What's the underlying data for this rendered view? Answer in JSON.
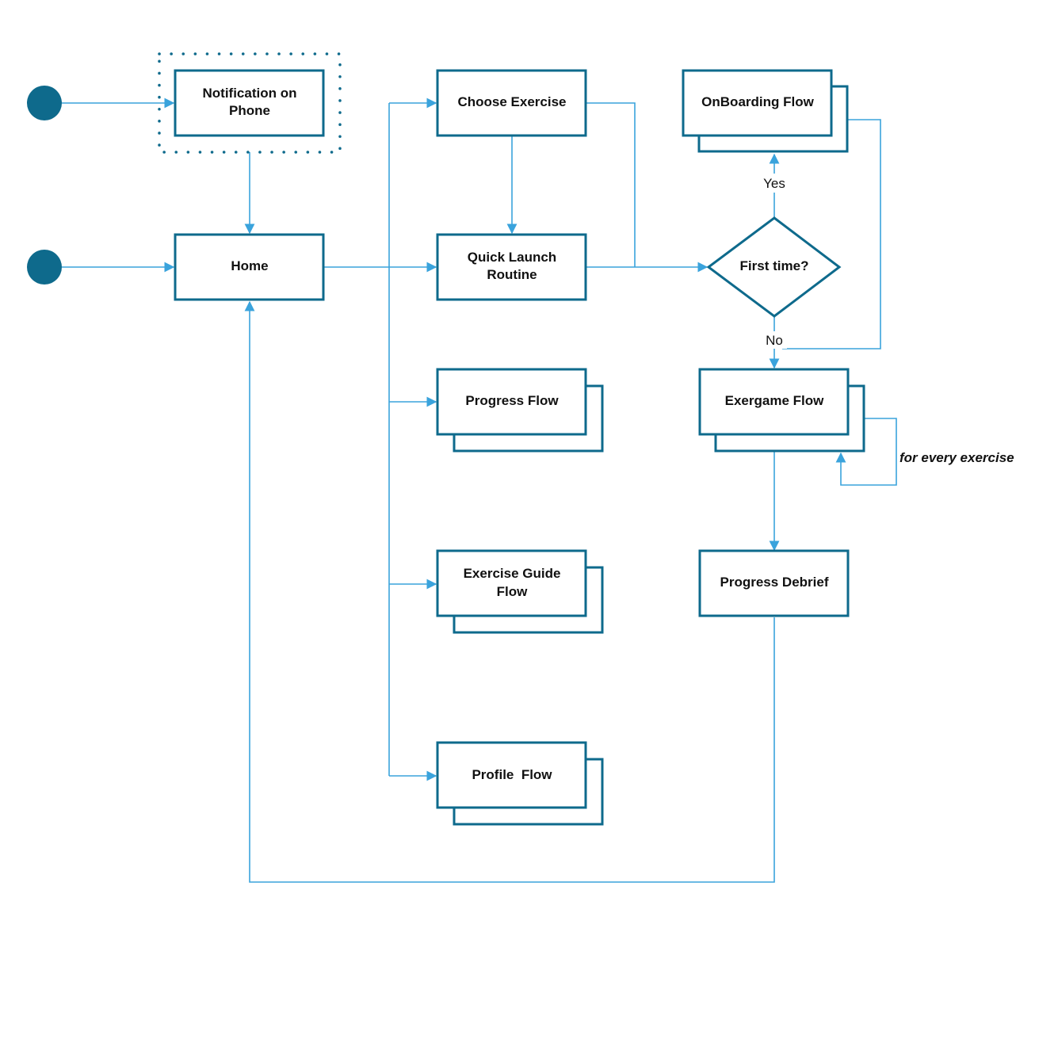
{
  "colors": {
    "node_border": "#0e6a8c",
    "connector": "#3aa3dc",
    "start_dot": "#0e6a8c",
    "text": "#111111"
  },
  "nodes": {
    "notification": [
      "Notification on",
      "Phone"
    ],
    "home": [
      "Home"
    ],
    "choose_exercise": [
      "Choose Exercise"
    ],
    "quick_launch": [
      "Quick Launch",
      "Routine"
    ],
    "progress_flow": [
      "Progress Flow"
    ],
    "exercise_guide": [
      "Exercise Guide",
      "Flow"
    ],
    "profile_flow": [
      "Profile  Flow"
    ],
    "onboarding": [
      "OnBoarding Flow"
    ],
    "first_time": [
      "First time?"
    ],
    "exergame": [
      "Exergame Flow"
    ],
    "progress_debrief": [
      "Progress Debrief"
    ]
  },
  "edge_labels": {
    "yes": "Yes",
    "no": "No"
  },
  "annotations": {
    "loop_note": "for every exercise"
  }
}
